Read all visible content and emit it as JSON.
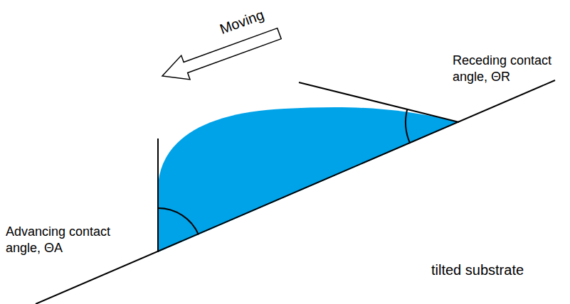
{
  "diagram": {
    "labels": [
      "Moving",
      "Receding contact angle, ΘR",
      "Advancing contact angle, ΘA",
      "tilted substrate"
    ]
  }
}
